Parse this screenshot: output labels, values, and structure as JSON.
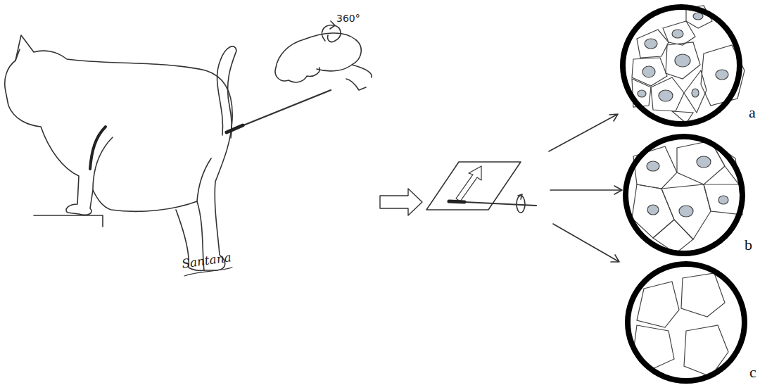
{
  "diagram": {
    "nodes": [
      {
        "text": [
          "a"
        ]
      },
      {
        "text": [
          "b"
        ]
      },
      {
        "text": [
          "c"
        ]
      }
    ],
    "labels": [
      "360°",
      "Santana"
    ]
  }
}
